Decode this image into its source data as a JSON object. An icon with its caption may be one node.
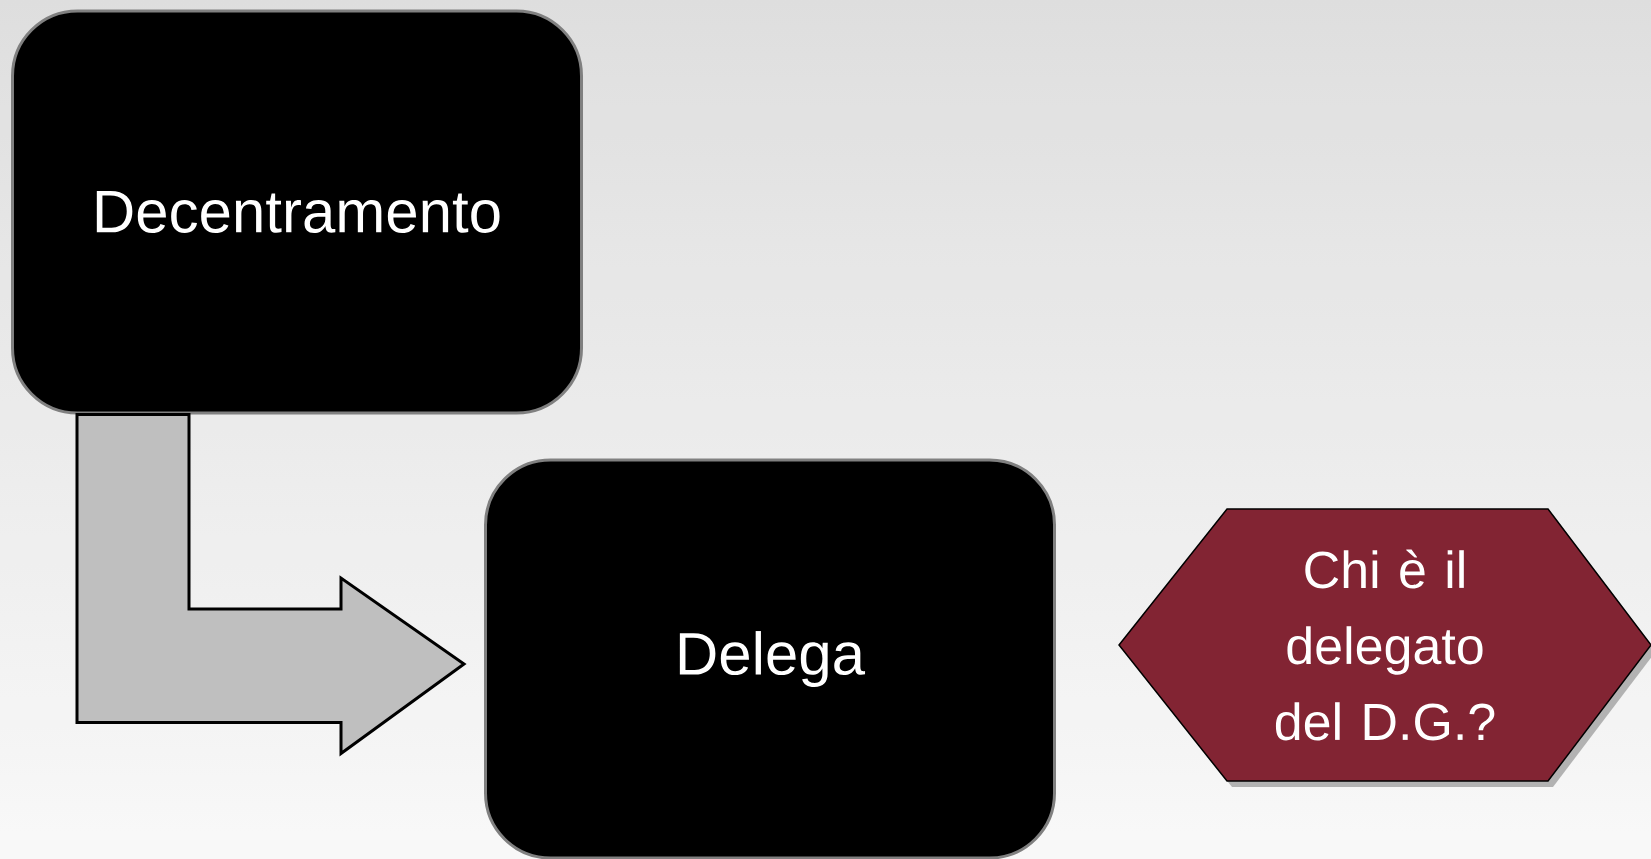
{
  "diagram": {
    "nodes": [
      {
        "text": [
          "Decentramento"
        ]
      },
      {
        "text": [
          "Delega"
        ]
      },
      {
        "text": [
          "Chi è il delegato del D.G.?"
        ]
      }
    ],
    "edges": [
      {
        "from": 0,
        "to": 1,
        "arrow": "to"
      }
    ]
  }
}
